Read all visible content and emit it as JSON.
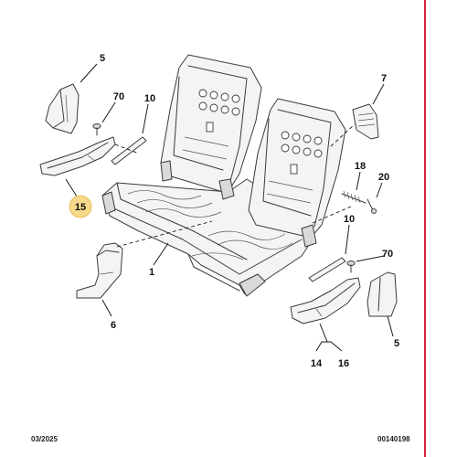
{
  "callouts": {
    "c5_top": "5",
    "c70_top": "70",
    "c10_top": "10",
    "c7": "7",
    "c18": "18",
    "c20": "20",
    "c15": "15",
    "c1": "1",
    "c10_right": "10",
    "c70_right": "70",
    "c6": "6",
    "c5_right": "5",
    "c14": "14",
    "c16": "16"
  },
  "highlight_color": "#f7d98c",
  "frame_color": "#d8203a",
  "footer": {
    "date": "03/2025",
    "reference": "00140198"
  }
}
